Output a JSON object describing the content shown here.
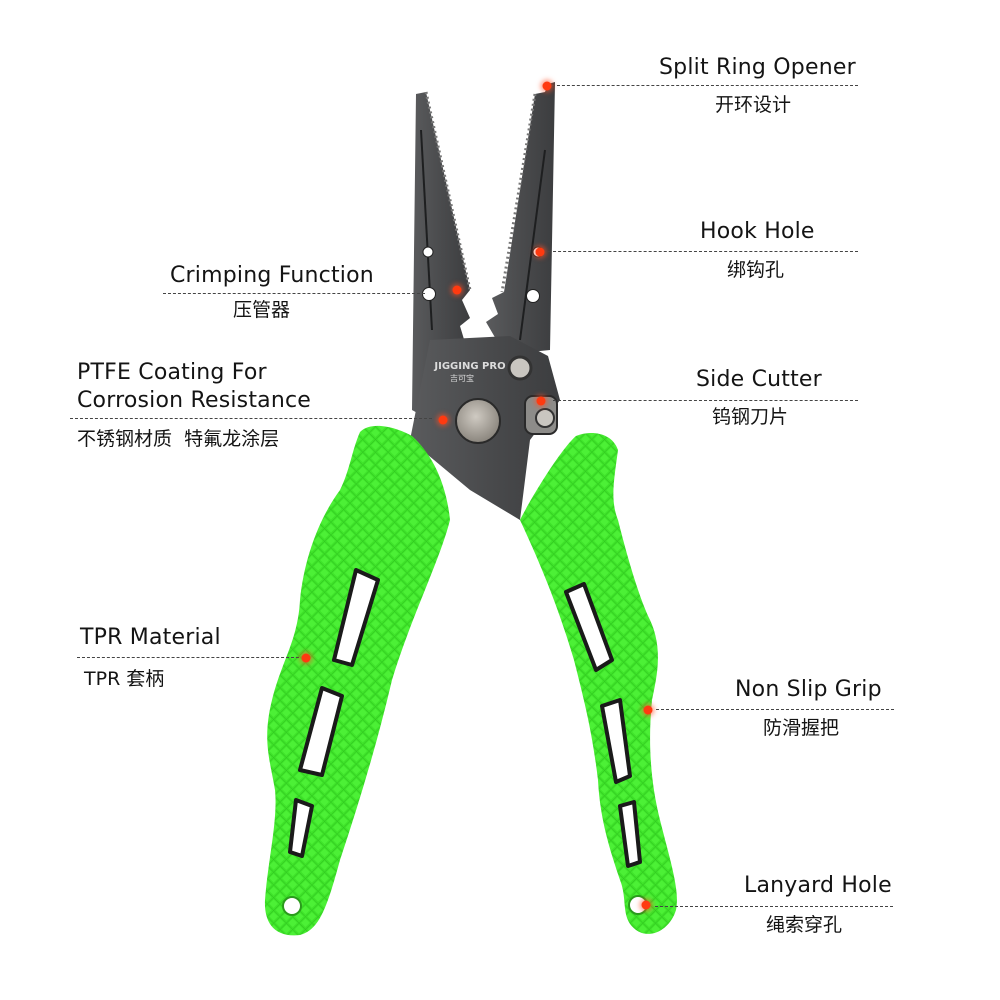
{
  "product": {
    "brand_text": "JIGGING PRO",
    "brand_sub": "吉可宝",
    "colors": {
      "handle_green": "#3fe32a",
      "metal_gray": "#4a4b4d",
      "accent_dot": "#ff3a10",
      "pivot_silver": "#a8a39b"
    }
  },
  "callouts": [
    {
      "id": "split-ring-opener",
      "title": "Split Ring Opener",
      "subtitle": "开环设计"
    },
    {
      "id": "hook-hole",
      "title": "Hook Hole",
      "subtitle": "绑钩孔"
    },
    {
      "id": "crimping-function",
      "title": "Crimping Function",
      "subtitle": "压管器"
    },
    {
      "id": "ptfe-coating",
      "title_line1": "PTFE Coating For",
      "title_line2": "Corrosion Resistance",
      "subtitle": "不锈钢材质  特氟龙涂层"
    },
    {
      "id": "side-cutter",
      "title": "Side Cutter",
      "subtitle": "钨钢刀片"
    },
    {
      "id": "tpr-material",
      "title": "TPR Material",
      "subtitle": "TPR 套柄"
    },
    {
      "id": "non-slip-grip",
      "title": "Non Slip Grip",
      "subtitle": "防滑握把"
    },
    {
      "id": "lanyard-hole",
      "title": "Lanyard Hole",
      "subtitle": "绳索穿孔"
    }
  ]
}
